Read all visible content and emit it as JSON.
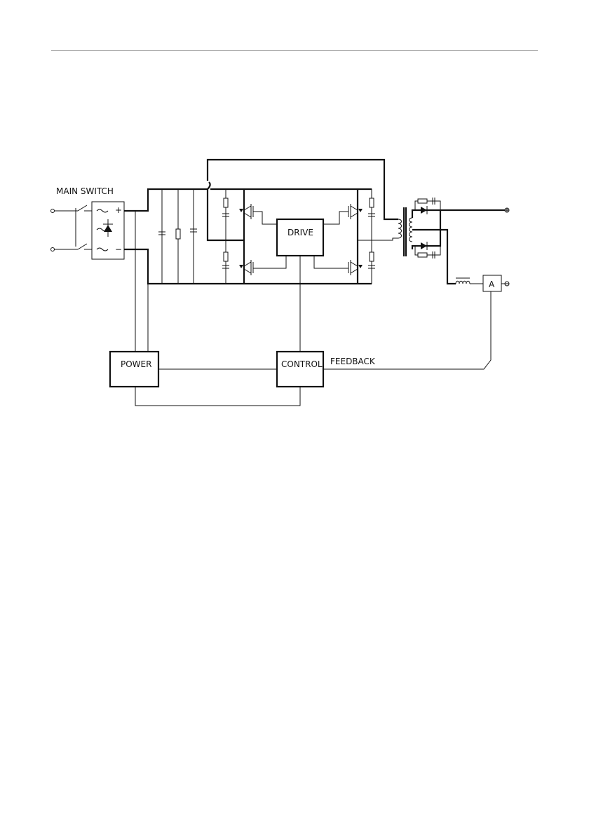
{
  "labels": {
    "main_switch": "MAIN SWITCH",
    "drive": "DRIVE",
    "power": "POWER",
    "control": "CONTROL",
    "feedback": "FEEDBACK",
    "ammeter": "A",
    "plus": "+",
    "minus": "−"
  },
  "colors": {
    "ink": "#111111",
    "rule": "#8a8a8a",
    "background": "#ffffff"
  },
  "terminals": [
    "plus-terminal-icon",
    "minus-terminal-icon"
  ]
}
